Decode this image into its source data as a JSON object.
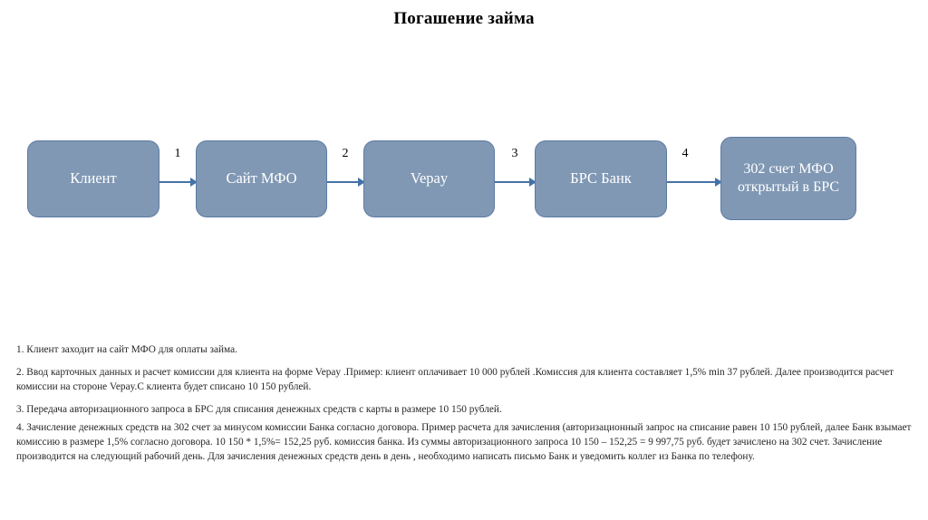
{
  "slide": {
    "title": "Погашение займа"
  },
  "diagram": {
    "type": "flowchart",
    "node_fill_color": "#8098b4",
    "node_border_color": "#5c7ba3",
    "arrow_color": "#4472a8",
    "node_text_color": "#ffffff",
    "nodes": [
      {
        "id": "client",
        "label": "Клиент"
      },
      {
        "id": "mfo-site",
        "label": "Сайт МФО"
      },
      {
        "id": "vepay",
        "label": "Vepay"
      },
      {
        "id": "brs-bank",
        "label": "БРС Банк"
      },
      {
        "id": "account-302",
        "label": "302 счет МФО открытый в БРС"
      }
    ],
    "connectors": [
      {
        "id": "c1",
        "label": "1",
        "from": "client",
        "to": "mfo-site"
      },
      {
        "id": "c2",
        "label": "2",
        "from": "mfo-site",
        "to": "vepay"
      },
      {
        "id": "c3",
        "label": "3",
        "from": "vepay",
        "to": "brs-bank"
      },
      {
        "id": "c4",
        "label": "4",
        "from": "brs-bank",
        "to": "account-302"
      }
    ]
  },
  "notes": {
    "items": [
      "1. Клиент заходит на сайт МФО для оплаты займа.",
      "2. Ввод карточных данных и расчет комиссии для клиента на форме Vepay .Пример: клиент оплачивает 10 000 рублей .Комиссия для клиента составляет 1,5% min 37 рублей. Далее производится расчет комиссии на стороне Vepay.С клиента будет списано 10 150 рублей.",
      "3. Передача авторизационного запроса в БРС для списания денежных средств с карты в размере 10 150 рублей.",
      "4. Зачисление денежных средств на 302 счет за минусом комиссии  Банка согласно договора. Пример расчета для зачисления (авторизационный запрос на списание равен 10 150 рублей, далее Банк  взымает комиссию в размере 1,5% согласно договора. 10 150 * 1,5%= 152,25 руб. комиссия банка. Из суммы авторизационного запроса 10 150 – 152,25 = 9 997,75 руб. будет зачислено на 302 счет. Зачисление производится на следующий рабочий день. Для зачисления денежных средств день в день , необходимо написать письмо Банк и уведомить коллег из Банка по телефону."
    ]
  }
}
